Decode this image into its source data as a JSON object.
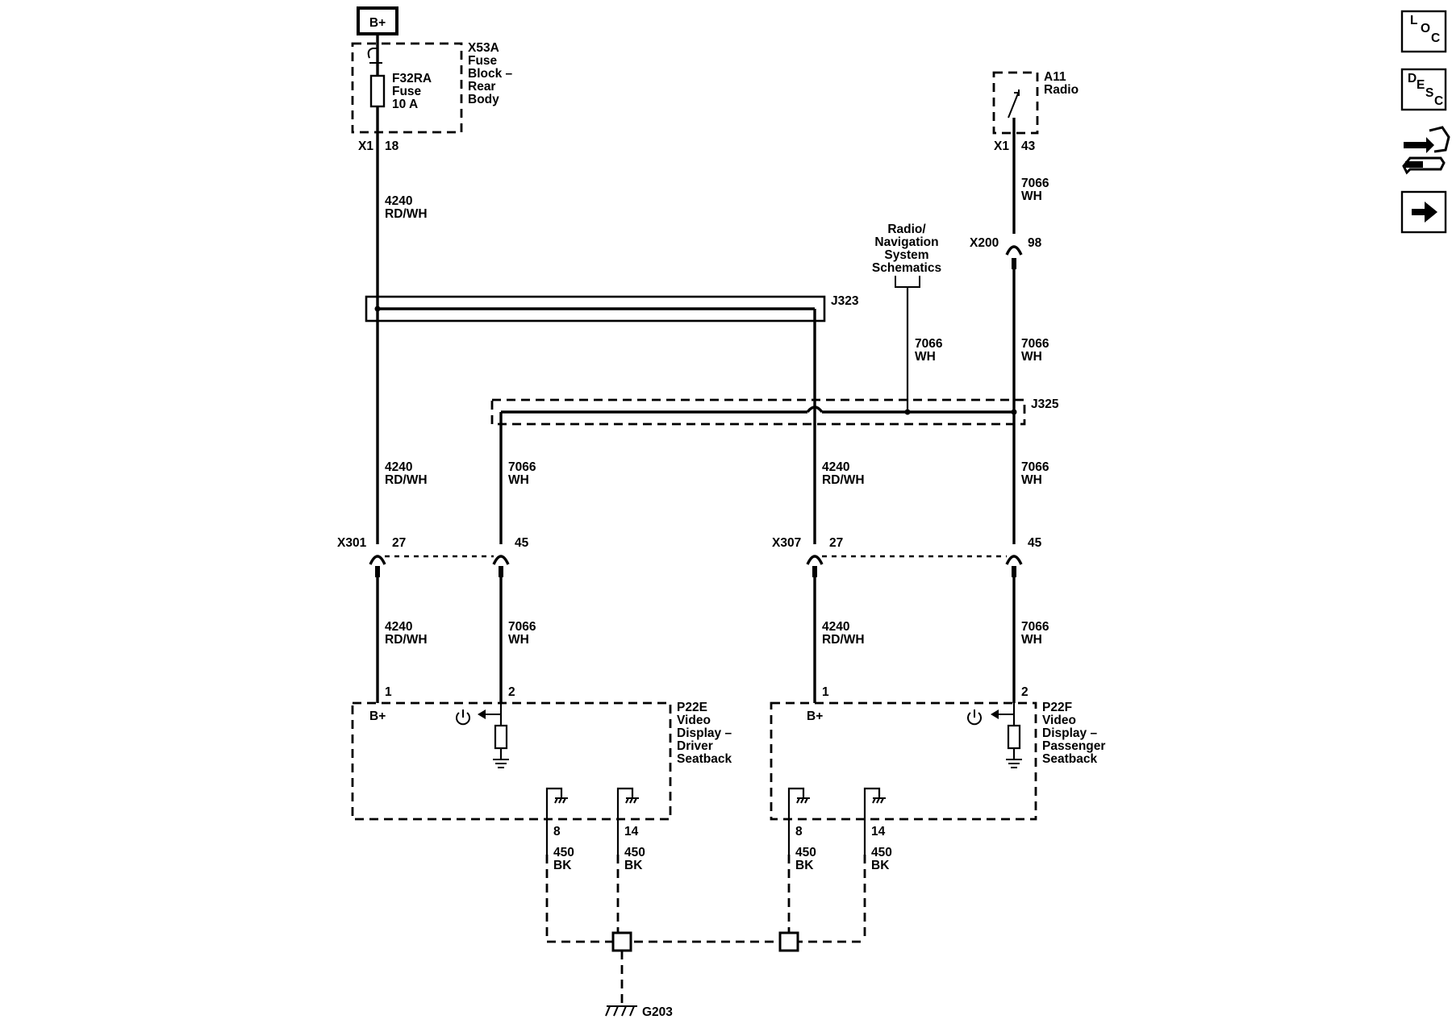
{
  "power": {
    "label": "B+"
  },
  "fuse_block": {
    "name": "X53A",
    "lines": [
      "Fuse",
      "Block –",
      "Rear",
      "Body"
    ],
    "fuse_name": "F32RA",
    "fuse_word": "Fuse",
    "fuse_rating": "10 A",
    "connector": "X1",
    "pin": "18"
  },
  "radio": {
    "name": "A11",
    "label": "Radio",
    "connector": "X1",
    "pin": "43"
  },
  "ref_schematic": {
    "lines": [
      "Radio/",
      "Navigation",
      "System",
      "Schematics"
    ]
  },
  "circuits": {
    "c4240": {
      "num": "4240",
      "color": "RD/WH"
    },
    "c7066": {
      "num": "7066",
      "color": "WH"
    },
    "c450": {
      "num": "450",
      "color": "BK"
    }
  },
  "splices": {
    "j323": "J323",
    "j325": "J325"
  },
  "inline": {
    "x200": {
      "name": "X200",
      "pin": "98"
    },
    "x301": {
      "name": "X301",
      "pin_a": "27",
      "pin_b": "45"
    },
    "x307": {
      "name": "X307",
      "pin_a": "27",
      "pin_b": "45"
    }
  },
  "p22e": {
    "name": "P22E",
    "lines": [
      "Video",
      "Display –",
      "Driver",
      "Seatback"
    ],
    "bplus": "B+",
    "pin_pwr": "1",
    "pin_sig": "2",
    "pin_g1": "8",
    "pin_g2": "14"
  },
  "p22f": {
    "name": "P22F",
    "lines": [
      "Video",
      "Display –",
      "Passenger",
      "Seatback"
    ],
    "bplus": "B+",
    "pin_pwr": "1",
    "pin_sig": "2",
    "pin_g1": "8",
    "pin_g2": "14"
  },
  "ground": {
    "name": "G203"
  },
  "side_buttons": {
    "loc": [
      "L",
      "O",
      "C"
    ],
    "desc": [
      "D",
      "E",
      "S",
      "C"
    ],
    "connector_icon": "connector-wrench-icon",
    "next_icon": "right-arrow-icon"
  }
}
